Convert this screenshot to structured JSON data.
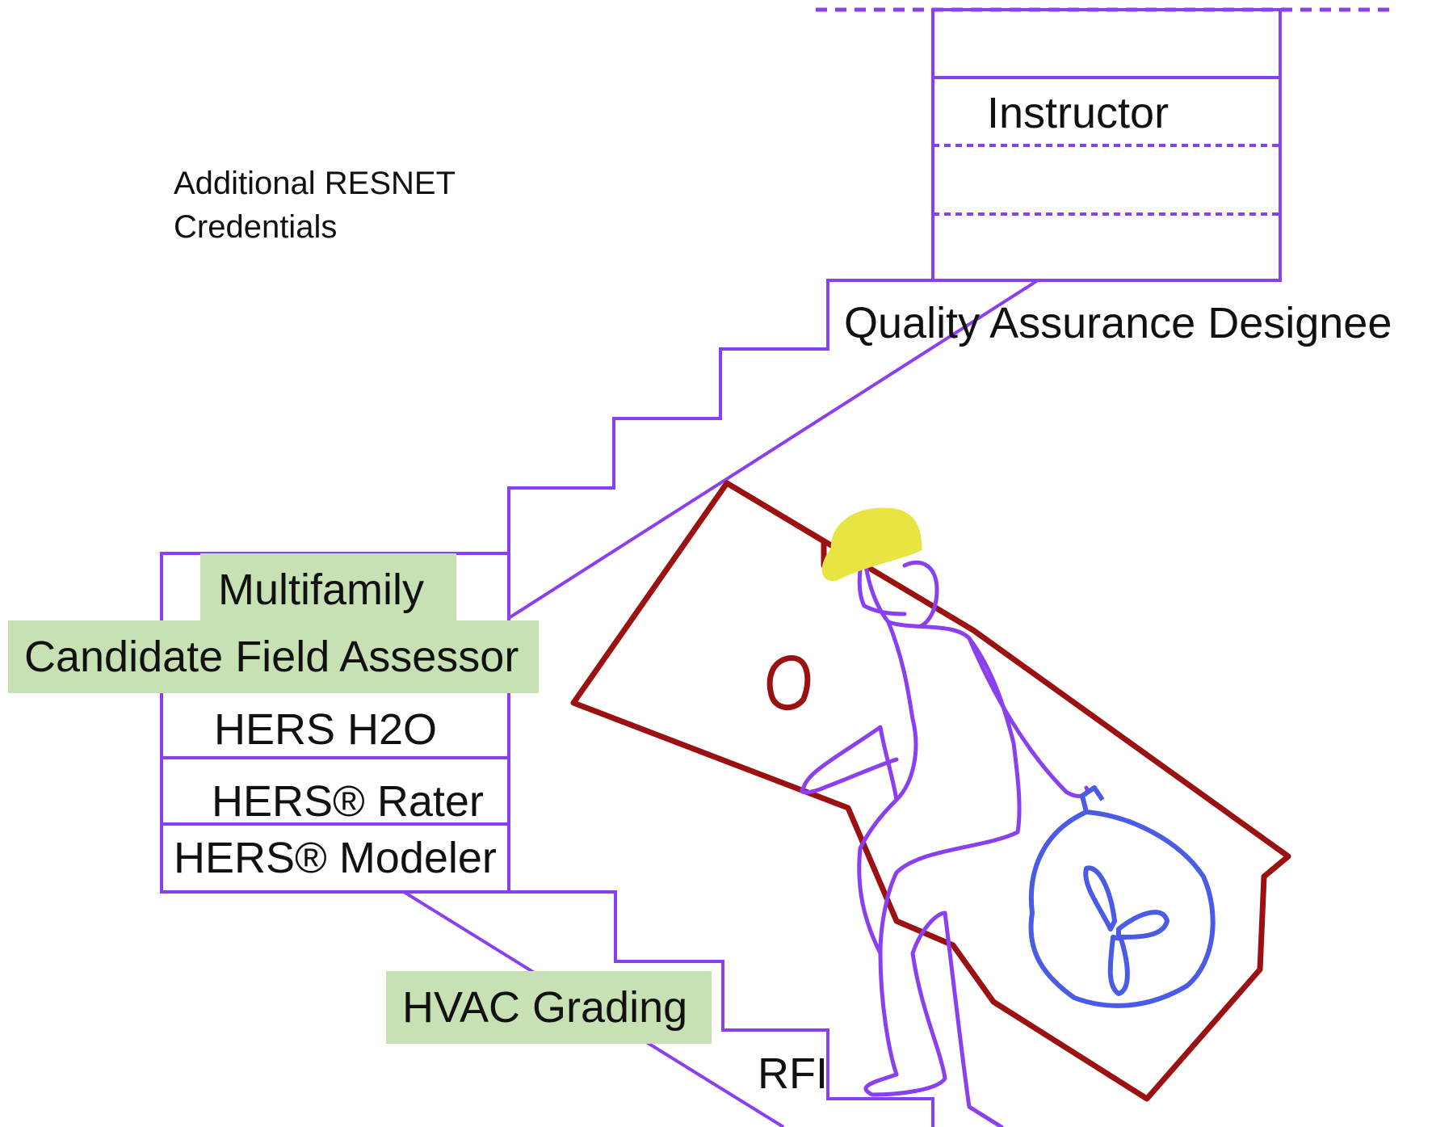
{
  "caption": {
    "line1": "Additional RESNET",
    "line2": "Credentials"
  },
  "steps": {
    "instructor": "Instructor",
    "qad": "Quality Assurance Designee",
    "multifamily": "Multifamily",
    "cfa": "Candidate Field Assessor",
    "h2o": "HERS H2O",
    "rater": "HERS® Rater",
    "modeler": "HERS® Modeler",
    "hvac": "HVAC Grading",
    "rfi": "RFI"
  },
  "colors": {
    "stairs": "#8a3ff0",
    "figure": "#8a3ff0",
    "hard_hat": "#e8e441",
    "mattress": "#9b1111",
    "fan": "#4a5be6",
    "highlight": "#c7e0b4"
  },
  "icons": [
    "stair-outline",
    "person-climbing-icon",
    "hard-hat-icon",
    "mattress-icon",
    "fan-icon"
  ]
}
